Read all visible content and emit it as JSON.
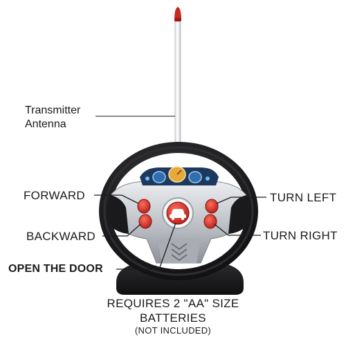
{
  "labels": {
    "antenna_line1": "Transmitter",
    "antenna_line2": "Antenna",
    "forward": "FORWARD",
    "backward": "BACKWARD",
    "open_door": "OPEN THE DOOR",
    "turn_left": "TURN LEFT",
    "turn_right": "TURN RIGHT"
  },
  "batteries": {
    "line1": "REQUIRES 2 \"AA\" SIZE",
    "line2": "BATTERIES",
    "line3": "(NOT INCLUDED)"
  },
  "colors": {
    "wheel_black": "#1c1c1e",
    "silver": "#c9ccd1",
    "button_red": "#d6362c",
    "antenna_tip": "#c8281e",
    "dash_blue": "#2d6fb0",
    "leader_line": "#c0392b"
  }
}
